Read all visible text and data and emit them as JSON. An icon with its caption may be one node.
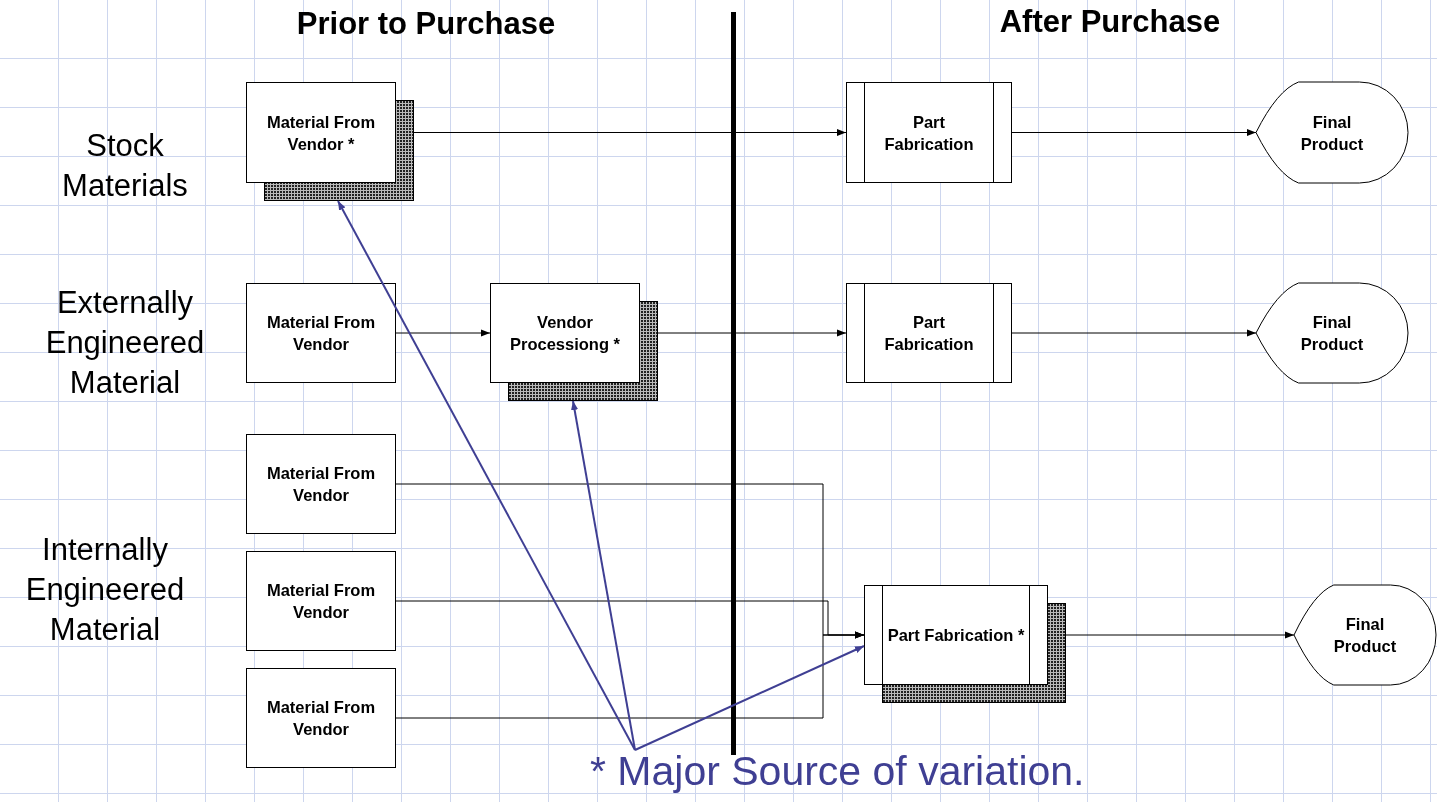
{
  "diagram": {
    "nodes": [
      {
        "text": [
          "Material From Vendor *"
        ]
      },
      {
        "text": [
          "Part Fabrication"
        ]
      },
      {
        "text": [
          "Final Product"
        ]
      },
      {
        "text": [
          "Material From Vendor"
        ]
      },
      {
        "text": [
          "Vendor Processiong *"
        ]
      },
      {
        "text": [
          "Part Fabrication"
        ]
      },
      {
        "text": [
          "Final Product"
        ]
      },
      {
        "text": [
          "Material From Vendor"
        ]
      },
      {
        "text": [
          "Material From Vendor"
        ]
      },
      {
        "text": [
          "Material From Vendor"
        ]
      },
      {
        "text": [
          "Part Fabrication *"
        ]
      },
      {
        "text": [
          "Final Product"
        ]
      },
      {
        "text": [
          "* Major Source of variation."
        ]
      }
    ],
    "edges": [
      {
        "from": 0,
        "to": 1,
        "arrow": "to"
      },
      {
        "from": 1,
        "to": 2,
        "arrow": "to"
      },
      {
        "from": 3,
        "to": 4,
        "arrow": "to"
      },
      {
        "from": 4,
        "to": 5,
        "arrow": "to"
      },
      {
        "from": 5,
        "to": 6,
        "arrow": "to"
      },
      {
        "from": 7,
        "to": 10,
        "arrow": "to"
      },
      {
        "from": 8,
        "to": 10,
        "arrow": "to"
      },
      {
        "from": 9,
        "to": 10,
        "arrow": "to"
      },
      {
        "from": 10,
        "to": 11,
        "arrow": "to"
      },
      {
        "from": 12,
        "to": 0,
        "arrow": "to",
        "color": "#3f3f93"
      },
      {
        "from": 12,
        "to": 4,
        "arrow": "to",
        "color": "#3f3f93"
      },
      {
        "from": 12,
        "to": 10,
        "arrow": "to",
        "color": "#3f3f93"
      }
    ],
    "labels": [
      "Prior to Purchase",
      "After Purchase",
      "Stock Materials",
      "Externally Engineered Material",
      "Internally Engineered Material"
    ]
  }
}
